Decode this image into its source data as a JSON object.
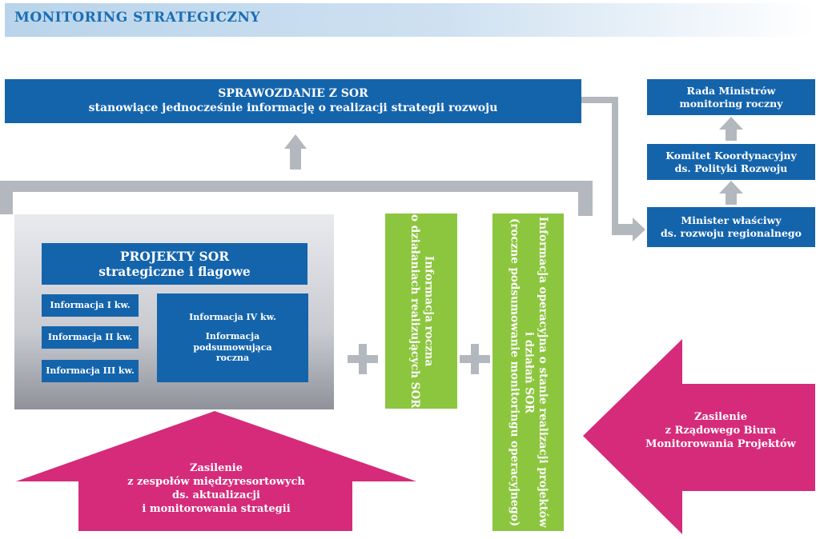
{
  "header": {
    "title": "MONITORING STRATEGICZNY"
  },
  "report": {
    "line1": "SPRAWOZDANIE Z SOR",
    "line2": "stanowiące jednocześnie informację o realizacji strategii rozwoju"
  },
  "chain": {
    "rada": {
      "line1": "Rada Ministrów",
      "line2": "monitoring roczny"
    },
    "komitet": {
      "line1": "Komitet Koordynacyjny",
      "line2": "ds. Polityki Rozwoju"
    },
    "minister": {
      "line1": "Minister właściwy",
      "line2": "ds. rozwoju regionalnego"
    }
  },
  "projects": {
    "title_line1": "PROJEKTY SOR",
    "title_line2": "strategiczne i flagowe",
    "q1": "Informacja I kw.",
    "q2": "Informacja II kw.",
    "q3": "Informacja III kw.",
    "q4": "Informacja IV kw.",
    "summary_line1": "Informacja podsumowująca",
    "summary_line2": "roczna"
  },
  "green_bars": {
    "annual_line1": "Informacja roczna",
    "annual_line2": "o działaniach realizujących SOR",
    "operational_line1": "Informacja operacyjna o stanie realizacji projektów",
    "operational_line2": "i działań SOR",
    "operational_line3": "(roczne podsumowanie monitoringu operacyjnego)"
  },
  "feeds": {
    "left_line1": "Zasilenie",
    "left_line2": "z zespołów międzyresortowych",
    "left_line3": "ds. aktualizacji",
    "left_line4": "i monitorowania strategii",
    "right_line1": "Zasilenie",
    "right_line2": "z Rządowego Biura",
    "right_line3": "Monitorowania Projektów"
  },
  "colors": {
    "blue": "#1464ac",
    "green": "#8cc63f",
    "pink": "#d52b7a",
    "gray_arrow": "#b3b8be"
  }
}
